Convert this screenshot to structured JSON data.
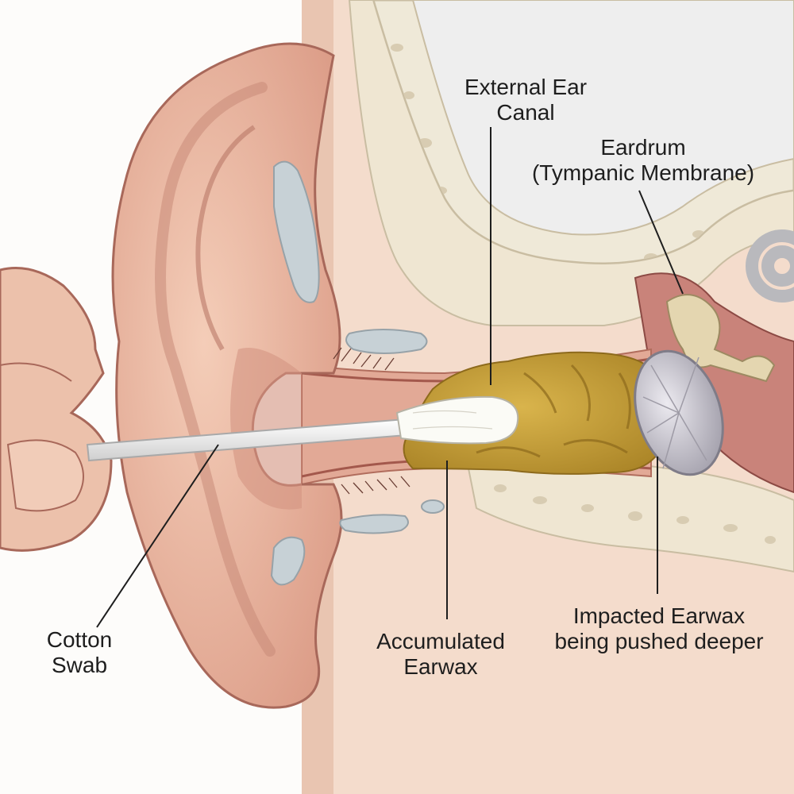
{
  "labels": {
    "external_ear_canal": [
      "External Ear",
      "Canal"
    ],
    "eardrum": [
      "Eardrum",
      "(Tympanic Membrane)"
    ],
    "cotton_swab": [
      "Cotton",
      "Swab"
    ],
    "accumulated_earwax": [
      "Accumulated",
      "Earwax"
    ],
    "impacted_earwax": [
      "Impacted Earwax",
      "being pushed deeper"
    ]
  },
  "colors": {
    "skin": "#eab7a1",
    "skin_light": "#f5d6c4",
    "skin_dark": "#c98a78",
    "cartilage": "#c7d1d6",
    "bone": "#efe9d8",
    "bone_spots": "#d8ccb2",
    "earwax": "#c9a43c",
    "earwax_dark": "#9f7b22",
    "eardrum": "#c6c4cc",
    "swab": "#f4f4f2",
    "leader_line": "#1e1e1e"
  }
}
